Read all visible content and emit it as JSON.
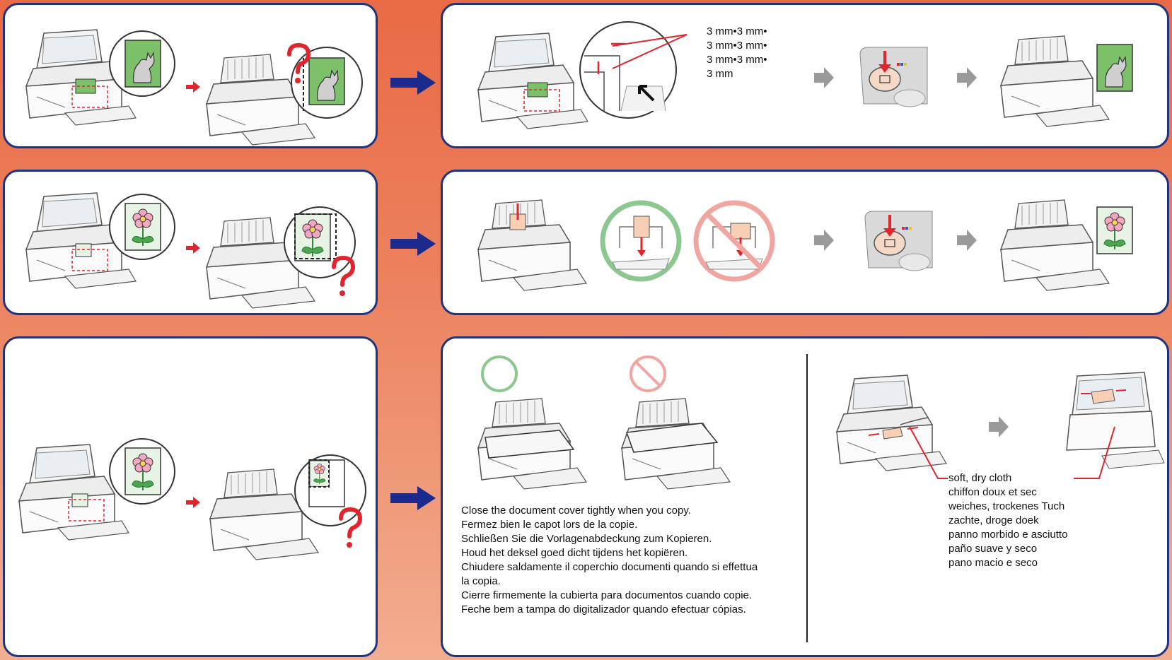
{
  "row1": {
    "mm_lines": [
      "3 mm•3 mm•",
      "3 mm•3 mm•",
      "3 mm•3 mm•",
      "3 mm"
    ]
  },
  "row3": {
    "cover_lines": [
      "Close the document cover tightly when you copy.",
      "Fermez bien le capot lors de la copie.",
      "Schließen Sie die Vorlagenabdeckung zum Kopieren.",
      "Houd het deksel goed dicht tijdens het kopiëren.",
      "Chiudere saldamente il coperchio documenti quando si effettua",
      "la copia.",
      "Cierre firmemente la cubierta para documentos cuando copie.",
      "Feche bem a tampa do digitalizador quando efectuar cópias."
    ],
    "cloth_lines": [
      "soft, dry cloth",
      "chiffon doux et sec",
      "weiches, trockenes Tuch",
      "zachte, droge doek",
      "panno morbido e asciutto",
      "paño suave y seco",
      "pano macio e seco"
    ]
  },
  "colors": {
    "frame": "#1f3380",
    "arrow": "#1b2a8c",
    "red": "#e0252d",
    "ok_green": "#8bc78e",
    "ng_pink": "#f1a5a0",
    "gray_arrow": "#9a9a9a"
  }
}
